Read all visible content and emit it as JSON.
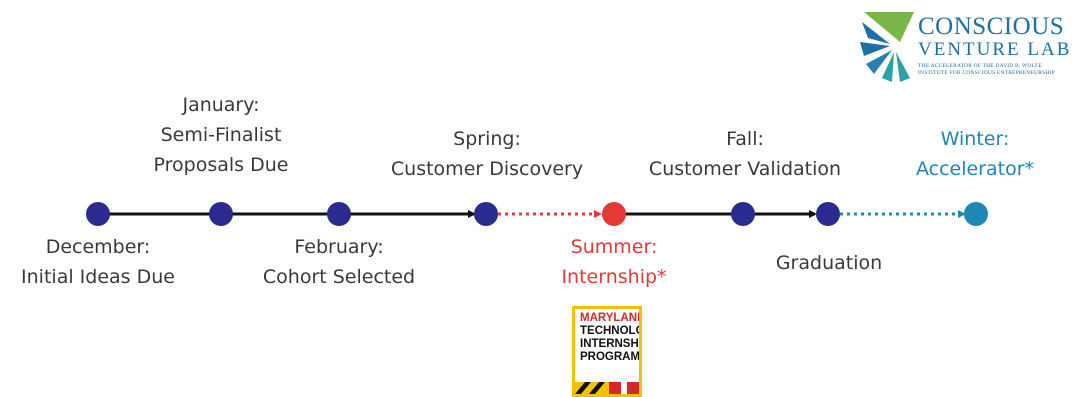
{
  "logo": {
    "name": "Conscious Venture Lab",
    "line1": "CONSCIOUS",
    "line2": "VENTURE LAB",
    "tagline1": "THE ACCELERATOR OF THE DAVID B. WOLFE",
    "tagline2": "INSTITUTE FOR CONSCIOUS ENTREPRENEURSHIP",
    "colors": {
      "green": "#7ab648",
      "blue": "#1d6fa8",
      "teal": "#2aa3a8"
    }
  },
  "timeline": {
    "colors": {
      "node": "#2b2a8f",
      "line": "#111111",
      "summer": "#e53935",
      "winter": "#1f86b8"
    },
    "top_labels": [
      {
        "lines": [
          "January:",
          "Semi-Finalist",
          "Proposals Due"
        ]
      },
      {
        "lines": [
          "Spring:",
          "Customer Discovery"
        ]
      },
      {
        "lines": [
          "Fall:",
          "Customer Validation"
        ]
      },
      {
        "lines": [
          "Winter:",
          "Accelerator*"
        ]
      }
    ],
    "bottom_labels": [
      {
        "lines": [
          "December:",
          "Initial Ideas Due"
        ]
      },
      {
        "lines": [
          "February:",
          "Cohort Selected"
        ]
      },
      {
        "lines": [
          "Summer:",
          "Internship*"
        ]
      },
      {
        "lines": [
          "Graduation"
        ]
      }
    ]
  },
  "mtip": {
    "line1": "MARYLAND",
    "line2": "TECHNOLOGY",
    "line3": "INTERNSHIP",
    "line4": "PROGRAM"
  }
}
